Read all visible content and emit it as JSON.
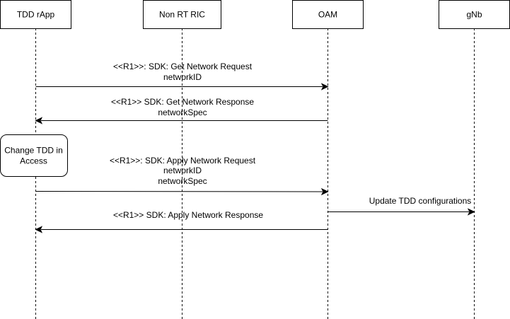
{
  "participants": [
    {
      "label": "TDD rApp"
    },
    {
      "label": "Non RT RIC"
    },
    {
      "label": "OAM"
    },
    {
      "label": "gNb"
    }
  ],
  "activity_note": {
    "lines": [
      "Change TDD in",
      "Access"
    ]
  },
  "messages": [
    {
      "lines": [
        "<<R1>>: SDK: Get Network Request",
        "networkID"
      ],
      "from": "TDD rApp",
      "to": "OAM"
    },
    {
      "lines": [
        "<<R1>> SDK: Get Network Response",
        "networkSpec"
      ],
      "from": "OAM",
      "to": "TDD rApp"
    },
    {
      "lines": [
        "<<R1>>: SDK: Apply Network Request",
        "networkID",
        "networkSpec"
      ],
      "from": "TDD rApp",
      "to": "OAM"
    },
    {
      "lines": [
        "Update TDD configurations"
      ],
      "from": "OAM",
      "to": "gNb"
    },
    {
      "lines": [
        "<<R1>> SDK: Apply Network Response"
      ],
      "from": "OAM",
      "to": "TDD rApp"
    }
  ]
}
